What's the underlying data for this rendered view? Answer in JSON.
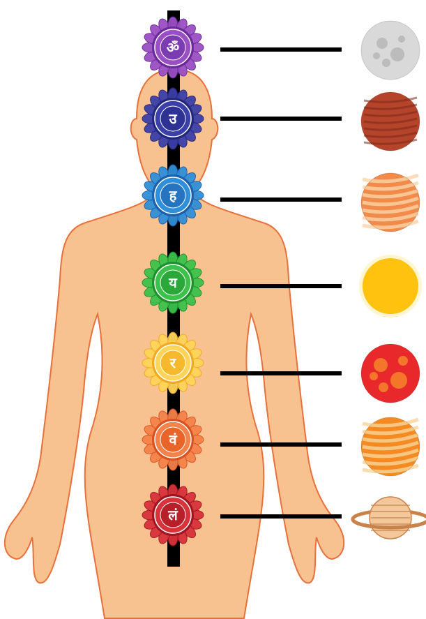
{
  "colors": {
    "background": "#ffffff",
    "body_fill": "#f7c28f",
    "body_outline": "#e8703a",
    "spine": "#000000",
    "connector": "#000000"
  },
  "chakras": [
    {
      "glyph": "ॐ",
      "petal": "#9b4fc4",
      "ring": "#6a2a9a",
      "core": "#7a3cb0"
    },
    {
      "glyph": "उ",
      "petal": "#3b3fa8",
      "ring": "#23277a",
      "core": "#2e3294"
    },
    {
      "glyph": "ह",
      "petal": "#2f8fd8",
      "ring": "#1d5fa8",
      "core": "#2574c0"
    },
    {
      "glyph": "य",
      "petal": "#3cc24a",
      "ring": "#1f8f2c",
      "core": "#2aa83a"
    },
    {
      "glyph": "र",
      "petal": "#ffd45a",
      "ring": "#f2a81f",
      "core": "#f7b92c"
    },
    {
      "glyph": "वं",
      "petal": "#f4824a",
      "ring": "#d8521f",
      "core": "#e86428"
    },
    {
      "glyph": "लं",
      "petal": "#d8323a",
      "ring": "#a01620",
      "core": "#b81f28"
    }
  ],
  "planets": [
    {
      "name": "moon-icon",
      "base": "#d9d9d9",
      "accent": "#a8a8a8"
    },
    {
      "name": "mars-icon",
      "base": "#b5442a",
      "accent": "#7a2a18"
    },
    {
      "name": "jupiter-icon",
      "base": "#f28a4a",
      "accent": "#fbd3a8"
    },
    {
      "name": "sun-icon",
      "base": "#ffc20e",
      "accent": "#ffe27a"
    },
    {
      "name": "red-planet-icon",
      "base": "#e8282a",
      "accent": "#f58a2a"
    },
    {
      "name": "banded-planet-icon",
      "base": "#f58a22",
      "accent": "#f7d49a"
    },
    {
      "name": "saturn-icon",
      "base": "#f2c79a",
      "accent": "#c9824a"
    }
  ]
}
